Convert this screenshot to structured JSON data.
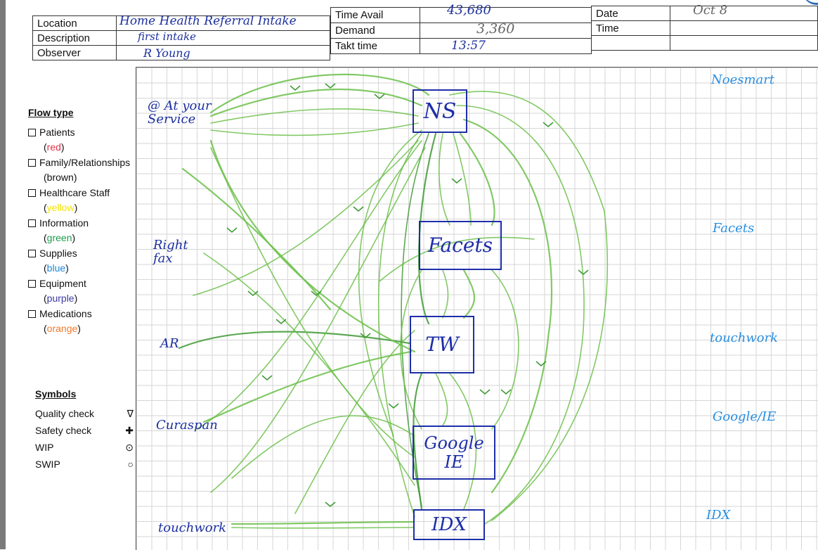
{
  "header": {
    "location_label": "Location",
    "description_label": "Description",
    "observer_label": "Observer",
    "location_value": "Home Health Referral Intake",
    "description_value": "first intake",
    "observer_value": "R Young",
    "time_avail_label": "Time Avail",
    "demand_label": "Demand",
    "takt_label": "Takt time",
    "time_avail_value": "43,680",
    "demand_value": "3,360",
    "takt_value": "13:57",
    "date_label": "Date",
    "time_label": "Time",
    "date_value": "Oct 8"
  },
  "legend": {
    "title": "Flow type",
    "items": [
      {
        "label": "Patients",
        "color_name": "red",
        "color": "#e0304a"
      },
      {
        "label": "Family/Relationships",
        "color_name": "brown",
        "color": "#111111"
      },
      {
        "label": "Healthcare Staff",
        "color_name": "yellow",
        "color": "#f4e300"
      },
      {
        "label": "Information",
        "color_name": "green",
        "color": "#1b9e4b"
      },
      {
        "label": "Supplies",
        "color_name": "blue",
        "color": "#1d86d6"
      },
      {
        "label": "Equipment",
        "color_name": "purple",
        "color": "#3b3aa0"
      },
      {
        "label": "Medications",
        "color_name": "orange",
        "color": "#f07a2c"
      }
    ]
  },
  "symbols": {
    "title": "Symbols",
    "items": [
      {
        "label": "Quality check",
        "glyph": "∇"
      },
      {
        "label": "Safety check",
        "glyph": "✚"
      },
      {
        "label": "WIP",
        "glyph": "⊙"
      },
      {
        "label": "SWIP",
        "glyph": "○"
      }
    ]
  },
  "sources": {
    "at_your_service": "@ At your\nService",
    "right_fax": "Right\nfax",
    "ar": "AR",
    "curaspan": "Curaspan",
    "touchwork": "touchwork"
  },
  "nodes": {
    "ns": "NS",
    "facets": "Facets",
    "tw": "TW",
    "google_ie": "Google\nIE",
    "idx": "IDX"
  },
  "right_labels": {
    "ns": "Noesmart",
    "facets": "Facets",
    "tw": "touchwork",
    "google": "Google/IE",
    "idx": "IDX"
  },
  "colors": {
    "flow_green": "#6cc04a",
    "flow_green_dark": "#3f9a35",
    "ink_blue": "#1d2ea8",
    "label_blue": "#2a8ee0"
  }
}
